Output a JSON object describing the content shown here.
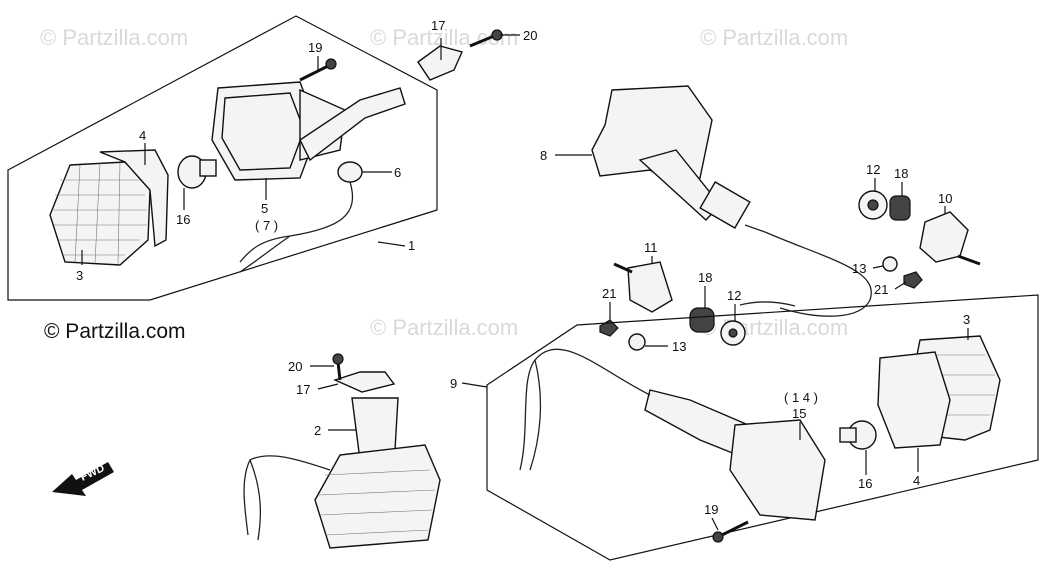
{
  "watermark": {
    "text": "© Partzilla.com"
  },
  "brand": {
    "text": "© Partzilla.com"
  },
  "fwd": {
    "text": "FWD"
  },
  "callouts": [
    {
      "id": "c17a",
      "text": "17"
    },
    {
      "id": "c20a",
      "text": "20"
    },
    {
      "id": "c19a",
      "text": "19"
    },
    {
      "id": "c4a",
      "text": "4"
    },
    {
      "id": "c6",
      "text": "6"
    },
    {
      "id": "c16a",
      "text": "16"
    },
    {
      "id": "c5",
      "text": "5"
    },
    {
      "id": "c7",
      "text": "( 7 )"
    },
    {
      "id": "c3a",
      "text": "3"
    },
    {
      "id": "c1",
      "text": "1"
    },
    {
      "id": "c8",
      "text": "8"
    },
    {
      "id": "c12a",
      "text": "12"
    },
    {
      "id": "c18a",
      "text": "18"
    },
    {
      "id": "c10",
      "text": "10"
    },
    {
      "id": "c11",
      "text": "11"
    },
    {
      "id": "c13a",
      "text": "13"
    },
    {
      "id": "c21a",
      "text": "21"
    },
    {
      "id": "c18b",
      "text": "18"
    },
    {
      "id": "c12b",
      "text": "12"
    },
    {
      "id": "c21b",
      "text": "21"
    },
    {
      "id": "c13b",
      "text": "13"
    },
    {
      "id": "c3b",
      "text": "3"
    },
    {
      "id": "c20b",
      "text": "20"
    },
    {
      "id": "c17b",
      "text": "17"
    },
    {
      "id": "c2",
      "text": "2"
    },
    {
      "id": "c9",
      "text": "9"
    },
    {
      "id": "c14",
      "text": "( 1 4 )"
    },
    {
      "id": "c15",
      "text": "15"
    },
    {
      "id": "c16b",
      "text": "16"
    },
    {
      "id": "c4b",
      "text": "4"
    },
    {
      "id": "c19b",
      "text": "19"
    }
  ]
}
